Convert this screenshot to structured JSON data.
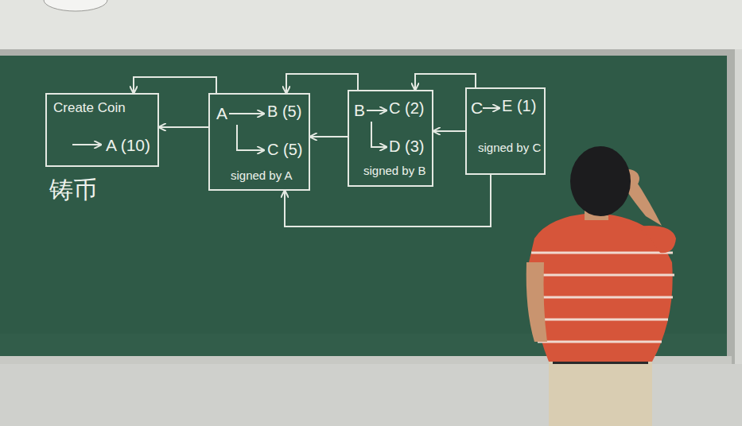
{
  "diagram": {
    "nodes": [
      {
        "text": [
          "Create Coin",
          "A (10)"
        ]
      },
      {
        "text": [
          "A",
          "B (5)",
          "C (5)",
          "signed by A"
        ]
      },
      {
        "text": [
          "B",
          "C (2)",
          "D (3)",
          "signed by B"
        ]
      },
      {
        "text": [
          "C",
          "E (1)",
          "signed by C"
        ]
      }
    ],
    "edges": [
      {
        "from": 1,
        "to": 0,
        "arrow": "to"
      },
      {
        "from": 1,
        "to": 0,
        "arrow": "to"
      },
      {
        "from": 2,
        "to": 1,
        "arrow": "to"
      },
      {
        "from": 2,
        "to": 1,
        "arrow": "to"
      },
      {
        "from": 3,
        "to": 2,
        "arrow": "to"
      },
      {
        "from": 3,
        "to": 2,
        "arrow": "to"
      },
      {
        "from": 3,
        "to": 1,
        "arrow": "to"
      }
    ],
    "labels": [
      "铸币"
    ]
  }
}
